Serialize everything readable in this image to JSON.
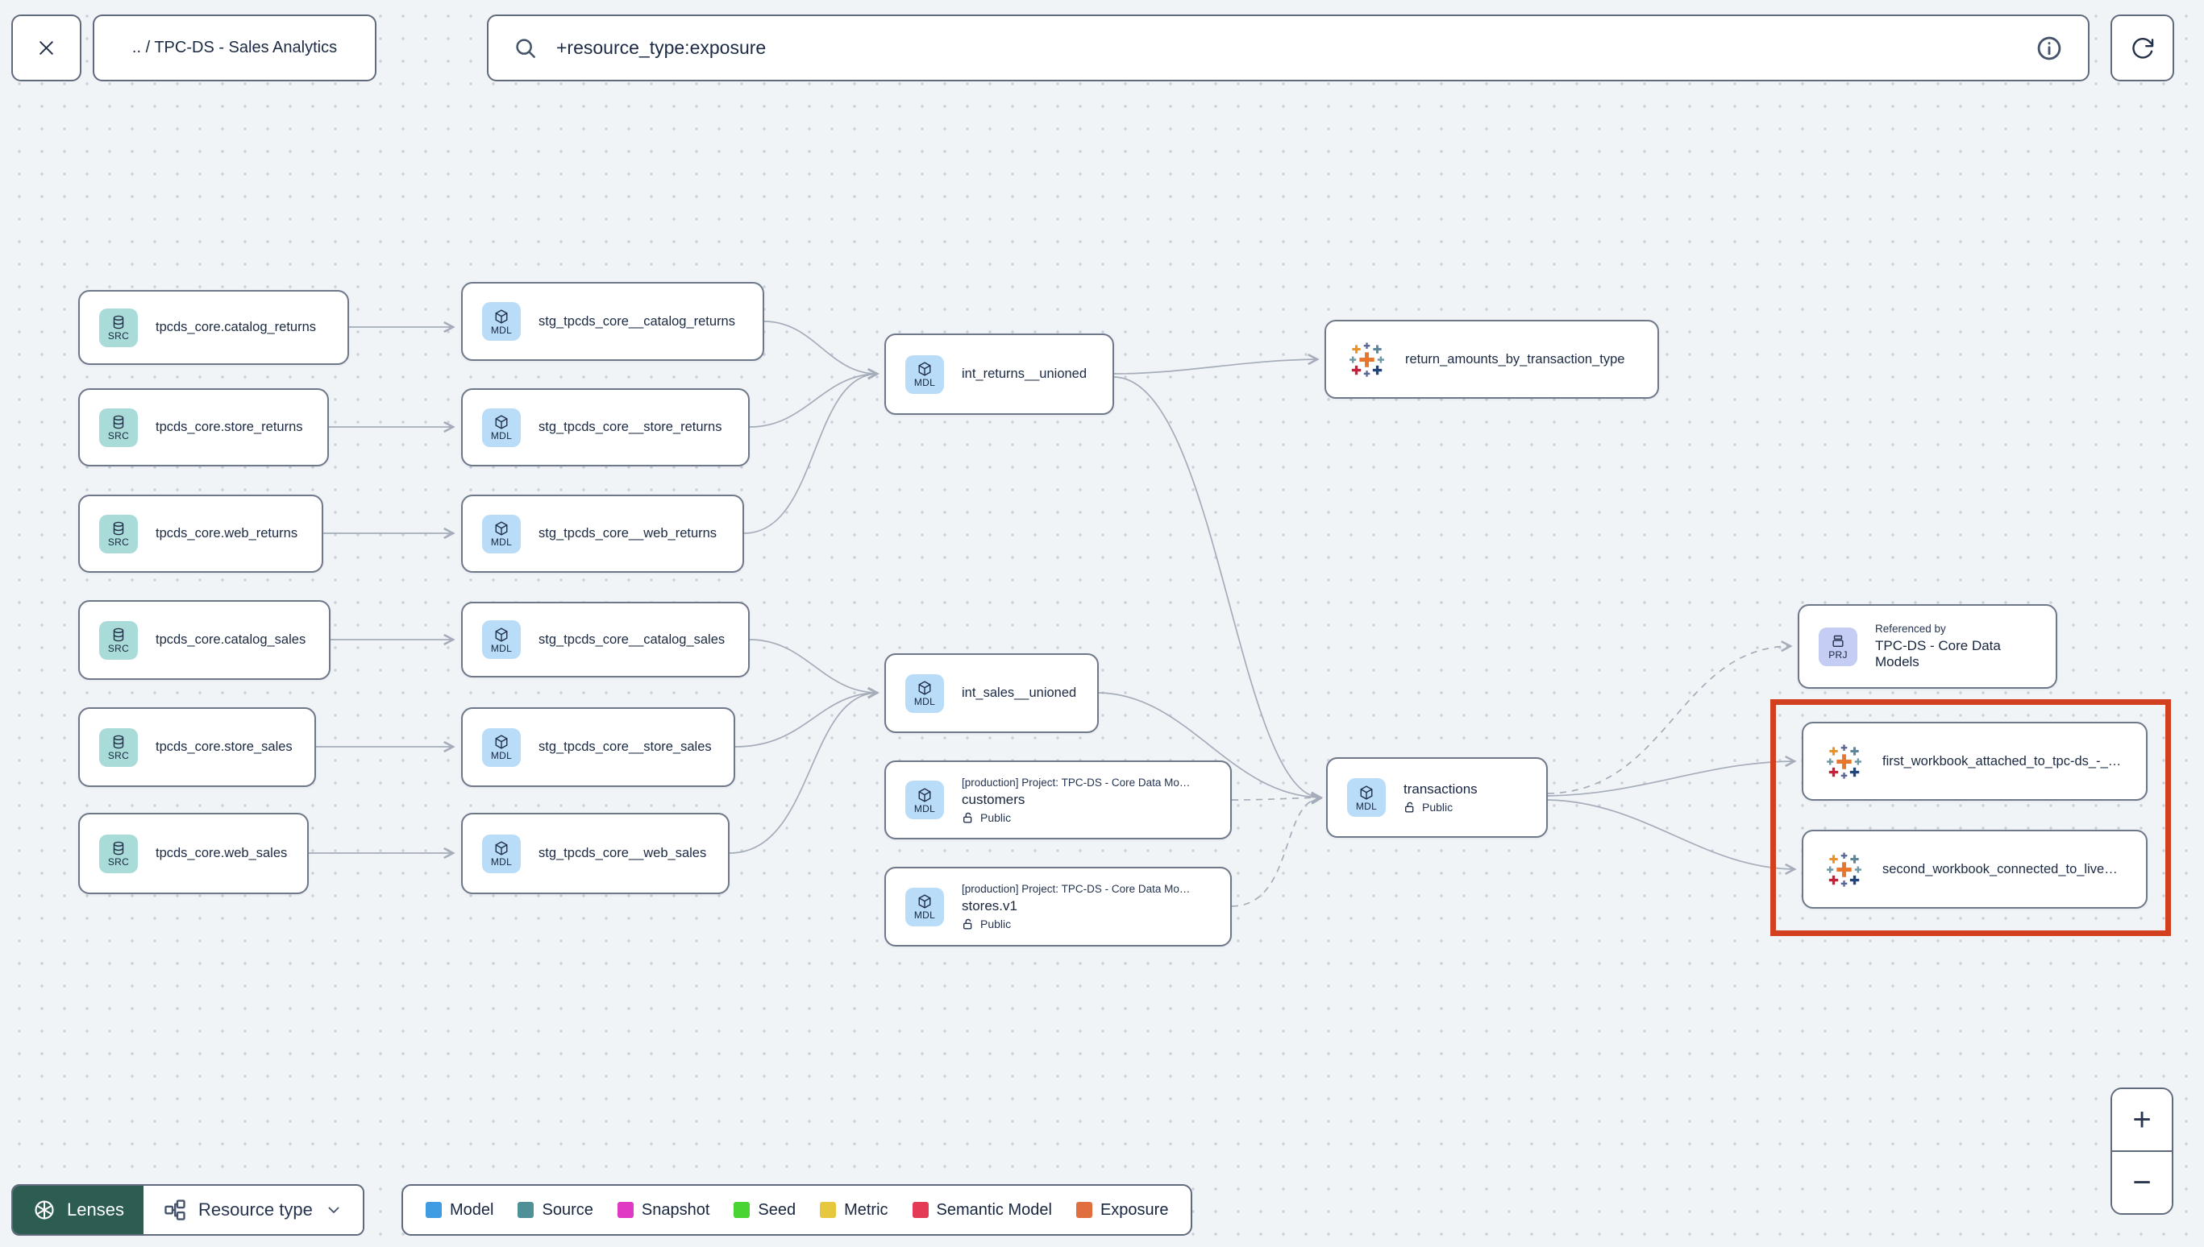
{
  "header": {
    "breadcrumb": ".. / TPC-DS - Sales Analytics",
    "search": {
      "value": "+resource_type:exposure"
    }
  },
  "badges": {
    "source": "SRC",
    "model": "MDL",
    "project": "PRJ"
  },
  "nodes": {
    "src_catalog_returns": {
      "label": "tpcds_core.catalog_returns"
    },
    "src_store_returns": {
      "label": "tpcds_core.store_returns"
    },
    "src_web_returns": {
      "label": "tpcds_core.web_returns"
    },
    "src_catalog_sales": {
      "label": "tpcds_core.catalog_sales"
    },
    "src_store_sales": {
      "label": "tpcds_core.store_sales"
    },
    "src_web_sales": {
      "label": "tpcds_core.web_sales"
    },
    "stg_catalog_returns": {
      "label": "stg_tpcds_core__catalog_returns"
    },
    "stg_store_returns": {
      "label": "stg_tpcds_core__store_returns"
    },
    "stg_web_returns": {
      "label": "stg_tpcds_core__web_returns"
    },
    "stg_catalog_sales": {
      "label": "stg_tpcds_core__catalog_sales"
    },
    "stg_store_sales": {
      "label": "stg_tpcds_core__store_sales"
    },
    "stg_web_sales": {
      "label": "stg_tpcds_core__web_sales"
    },
    "int_returns_unioned": {
      "label": "int_returns__unioned"
    },
    "int_sales_unioned": {
      "label": "int_sales__unioned"
    },
    "customers": {
      "project": "[production] Project: TPC-DS - Core Data Mo…",
      "label": "customers",
      "access": "Public"
    },
    "stores_v1": {
      "project": "[production] Project: TPC-DS - Core Data Mo…",
      "label": "stores.v1",
      "access": "Public"
    },
    "transactions": {
      "label": "transactions",
      "access": "Public"
    },
    "return_amounts": {
      "label": "return_amounts_by_transaction_type"
    },
    "referenced_by": {
      "title": "Referenced by",
      "label": "TPC-DS - Core Data Models"
    },
    "first_workbook": {
      "label": "first_workbook_attached_to_tpc-ds_-_…"
    },
    "second_workbook": {
      "label": "second_workbook_connected_to_live…"
    }
  },
  "footer": {
    "lenses_label": "Lenses",
    "resource_type_label": "Resource type",
    "legend": [
      {
        "label": "Model",
        "color": "#3f9be2"
      },
      {
        "label": "Source",
        "color": "#4f8f96"
      },
      {
        "label": "Snapshot",
        "color": "#e03ac2"
      },
      {
        "label": "Seed",
        "color": "#49d433"
      },
      {
        "label": "Metric",
        "color": "#e5c83e"
      },
      {
        "label": "Semantic Model",
        "color": "#e53a55"
      },
      {
        "label": "Exposure",
        "color": "#e06e3f"
      }
    ]
  },
  "zoom_controls": {
    "zoom_in": "+",
    "zoom_out": "−"
  },
  "colors": {
    "highlight_border": "#d2401f",
    "edge": "#a5adba",
    "badge_source": "#a9dcd8",
    "badge_model": "#b9dcf8",
    "badge_project": "#c6cdf4",
    "lenses_background": "#2c5c52"
  }
}
